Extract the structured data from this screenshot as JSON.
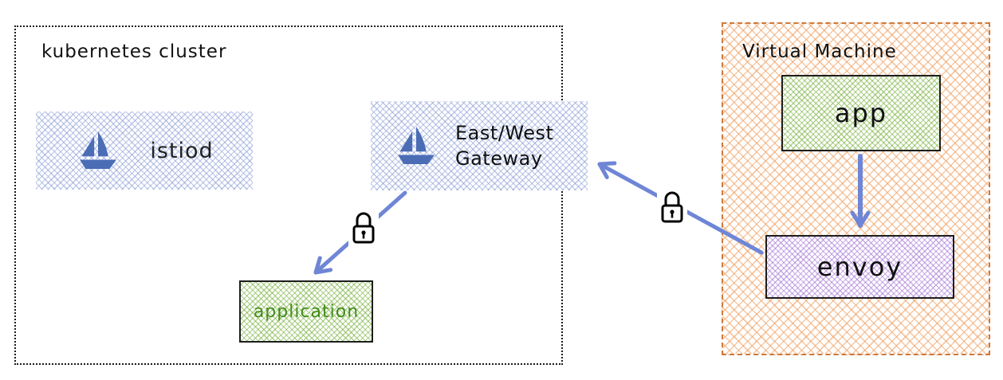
{
  "kubernetes_cluster": {
    "label": "kubernetes cluster",
    "istiod": {
      "label": "istiod",
      "icon": "istio-sailboat-icon"
    },
    "gateway": {
      "label": "East/West Gateway",
      "icon": "istio-sailboat-icon"
    },
    "application": {
      "label": "application"
    }
  },
  "virtual_machine": {
    "label": "Virtual Machine",
    "app": {
      "label": "app"
    },
    "envoy": {
      "label": "envoy"
    }
  },
  "edges": [
    {
      "from": "East/West Gateway",
      "to": "application",
      "mtls_lock": true
    },
    {
      "from": "envoy",
      "to": "East/West Gateway",
      "mtls_lock": true
    },
    {
      "from": "app",
      "to": "envoy",
      "mtls_lock": false
    }
  ],
  "colors": {
    "arrow": "#6f86d6",
    "istio_blue": "#4a6db5",
    "blue_hatch": "#7c92d0",
    "green_hatch": "#7cb342",
    "orange_hatch": "#ee9956",
    "purple_hatch": "#a06cd5",
    "vm_border": "#cc7a3e"
  }
}
